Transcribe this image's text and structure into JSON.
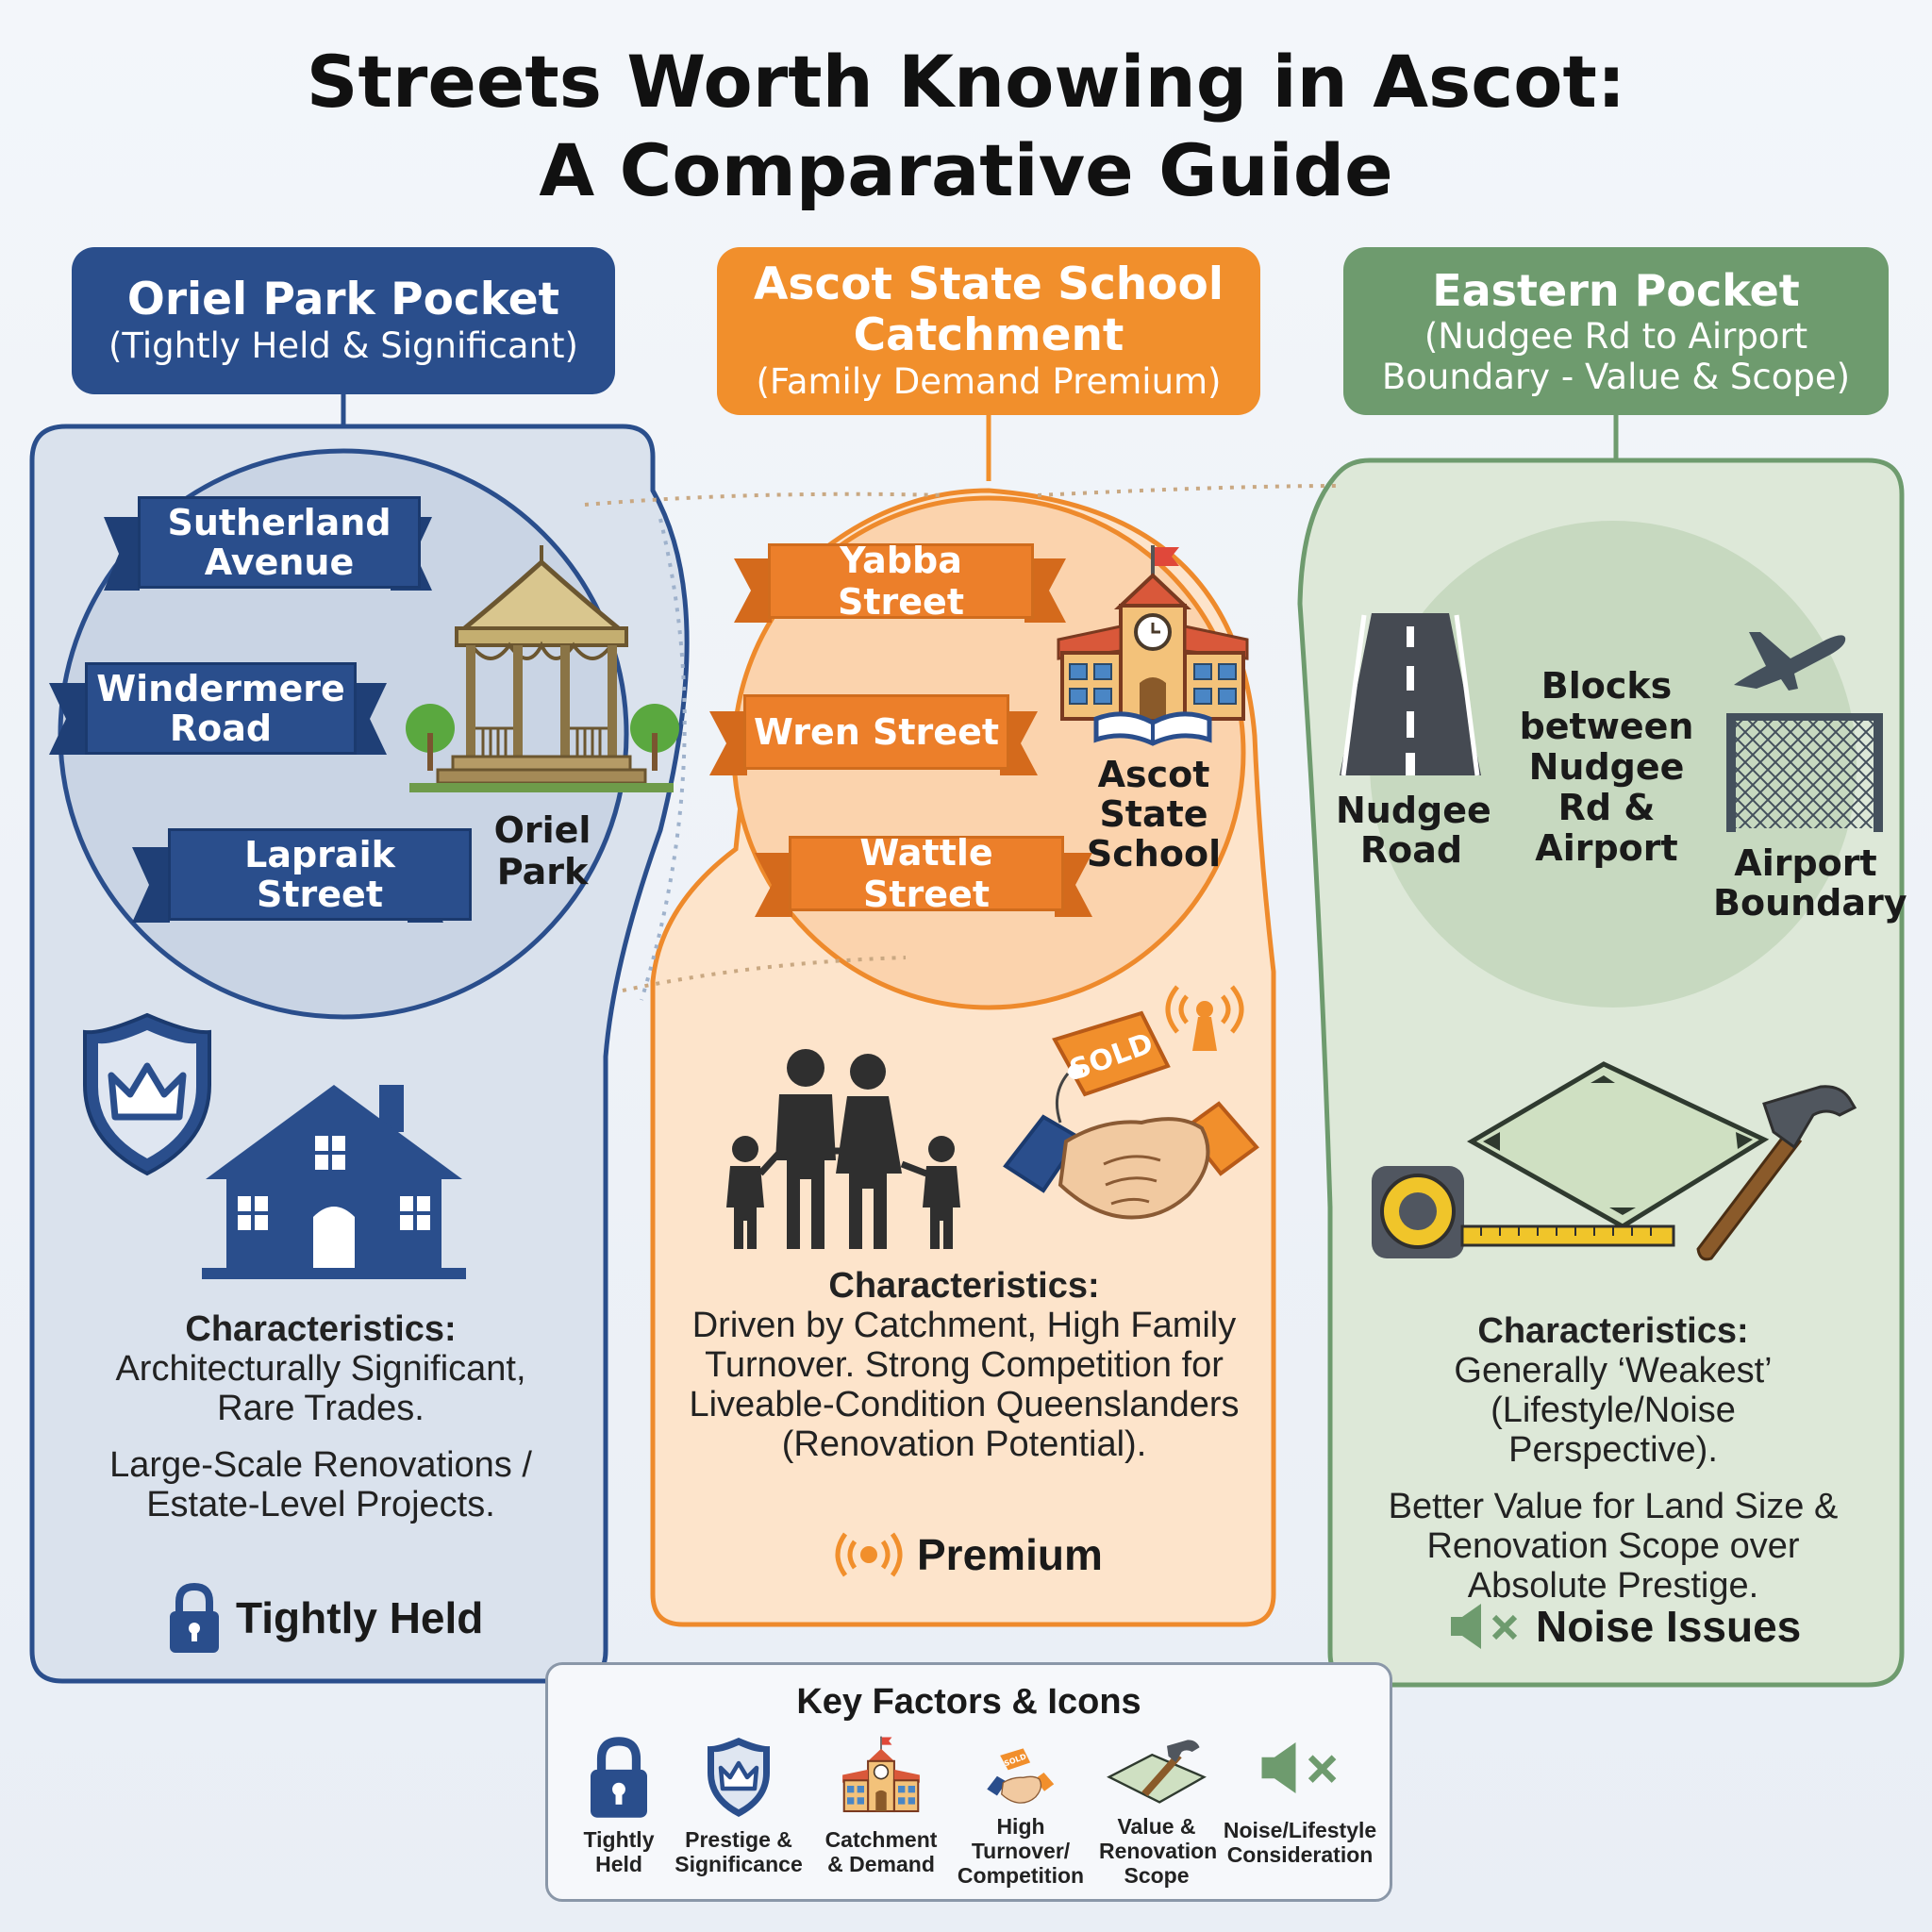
{
  "title": {
    "line1": "Streets Worth Knowing in Ascot:",
    "line2": "A Comparative Guide"
  },
  "colors": {
    "blue": "#2a4e8c",
    "orange": "#f18f2c",
    "green": "#6e9b6e"
  },
  "columns": [
    {
      "heading": "Oriel Park Pocket",
      "subheading": "(Tightly Held & Significant)",
      "streets": [
        "Sutherland Avenue",
        "Windermere Road",
        "Lapraik Street"
      ],
      "landmark": "Oriel Park",
      "landmark_icon": "gazebo-icon",
      "characteristics_label": "Characteristics:",
      "characteristics_1": "Architecturally Significant, Rare Trades.",
      "characteristics_2": "Large-Scale Renovations / Estate-Level Projects.",
      "tag": "Tightly Held",
      "tag_icon": "lock-icon"
    },
    {
      "heading": "Ascot State School Catchment",
      "subheading": "(Family Demand Premium)",
      "streets": [
        "Yabba Street",
        "Wren Street",
        "Wattle Street"
      ],
      "landmark": "Ascot State School",
      "landmark_icon": "school-icon",
      "characteristics_label": "Characteristics:",
      "characteristics_1": "Driven by Catchment, High Family Turnover. Strong Competition for Liveable-Condition Queenslanders (Renovation Potential).",
      "tag": "Premium",
      "tag_icon": "signal-icon"
    },
    {
      "heading": "Eastern Pocket",
      "subheading": "(Nudgee Rd to Airport Boundary - Value & Scope)",
      "labels": [
        "Nudgee Road",
        "Blocks between Nudgee Rd & Airport",
        "Airport Boundary"
      ],
      "characteristics_label": "Characteristics:",
      "characteristics_1": "Generally ‘Weakest’ (Lifestyle/Noise Perspective).",
      "characteristics_2": "Better Value for Land Size & Renovation Scope over Absolute Prestige.",
      "tag": "Noise Issues",
      "tag_icon": "muted-speaker-icon"
    }
  ],
  "legend": {
    "title": "Key Factors & Icons",
    "items": [
      {
        "label": "Tightly Held",
        "icon": "lock-icon"
      },
      {
        "label": "Prestige & Significance",
        "icon": "crown-shield-icon"
      },
      {
        "label": "Catchment & Demand",
        "icon": "school-icon"
      },
      {
        "label": "High Turnover/ Competition",
        "icon": "sold-handshake-icon"
      },
      {
        "label": "Value & Renovation Scope",
        "icon": "land-hammer-icon"
      },
      {
        "label": "Noise/Lifestyle Consideration",
        "icon": "muted-speaker-icon"
      }
    ]
  }
}
